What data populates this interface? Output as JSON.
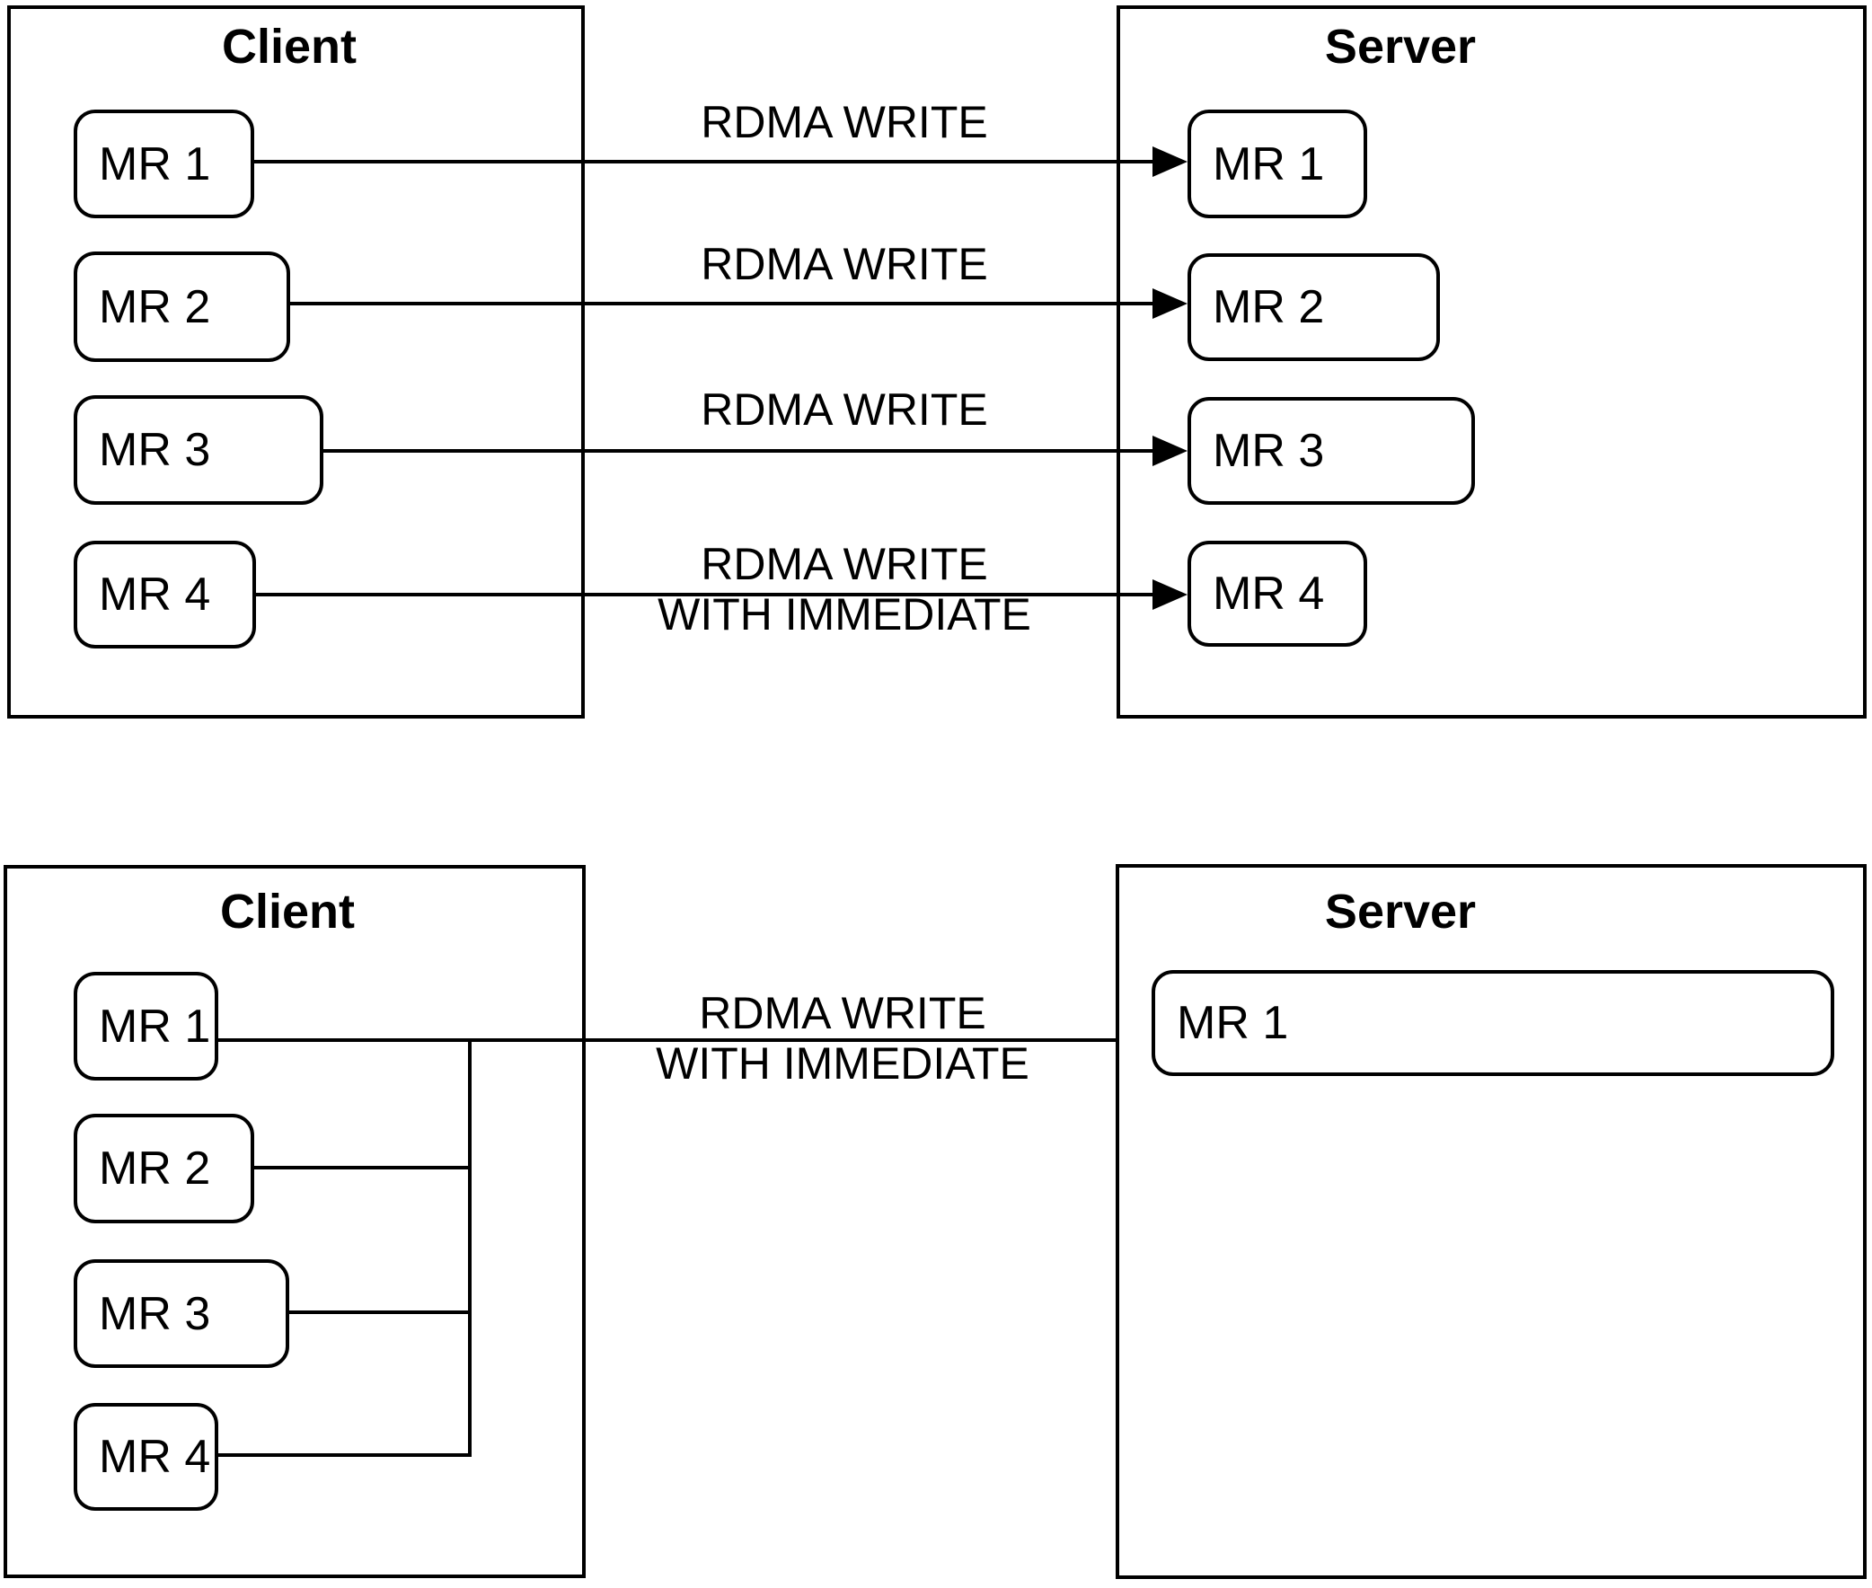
{
  "colors": {
    "stroke": "#000000",
    "background": "#ffffff"
  },
  "diagram_top": {
    "client": {
      "title": "Client",
      "mr1": "MR 1",
      "mr2": "MR 2",
      "mr3": "MR 3",
      "mr4": "MR 4"
    },
    "server": {
      "title": "Server",
      "mr1": "MR 1",
      "mr2": "MR 2",
      "mr3": "MR 3",
      "mr4": "MR 4"
    },
    "arrow1_label": "RDMA WRITE",
    "arrow2_label": "RDMA WRITE",
    "arrow3_label": "RDMA WRITE",
    "arrow4_label_line1": "RDMA WRITE",
    "arrow4_label_line2": "WITH IMMEDIATE"
  },
  "diagram_bottom": {
    "client": {
      "title": "Client",
      "mr1": "MR 1",
      "mr2": "MR 2",
      "mr3": "MR 3",
      "mr4": "MR 4"
    },
    "server": {
      "title": "Server",
      "mr1": "MR 1"
    },
    "arrow_label_line1": "RDMA WRITE",
    "arrow_label_line2": "WITH IMMEDIATE"
  },
  "icons": {
    "arrowhead": "right-arrowhead"
  }
}
